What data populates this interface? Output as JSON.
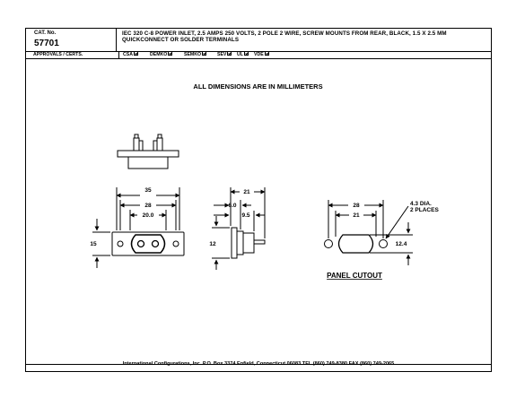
{
  "header": {
    "cat_label": "CAT. No.",
    "cat_number": "57701",
    "description": "IEC 320 C-8 POWER INLET, 2.5 AMPS 250 VOLTS, 2 POLE 2 WIRE, SCREW MOUNTS FROM REAR, BLACK, 1.5 X 2.5 MM QUICKCONNECT OR SOLDER TERMINALS"
  },
  "approvals": {
    "title": "APPROVALS / CERTS.",
    "items": [
      {
        "label": "CSA",
        "checked": true
      },
      {
        "label": "DEMKO",
        "checked": true
      },
      {
        "label": "SEMKO",
        "checked": true
      },
      {
        "label": "SEV",
        "checked": true
      },
      {
        "label": "UL",
        "checked": true
      },
      {
        "label": "VDE",
        "checked": true
      }
    ]
  },
  "note": "ALL DIMENSIONS ARE IN MILLIMETERS",
  "dimensions": {
    "front_width": "35",
    "front_inner": "28",
    "front_socket": "20.0",
    "front_height": "15",
    "side_total": "21",
    "side_flange": "6.0",
    "side_body": "9.5",
    "side_height": "12",
    "cutout_width": "28",
    "cutout_inner": "21",
    "cutout_height": "12.4",
    "hole_note_1": "4.3 DIA.",
    "hole_note_2": "2 PLACES"
  },
  "panel_cutout_label": "PANEL CUTOUT",
  "footer": "International Configurations, Inc. P.O. Box 3374 Enfield, Connecticut 06083 TEL (860) 749-8380 FAX (860) 749-2065"
}
